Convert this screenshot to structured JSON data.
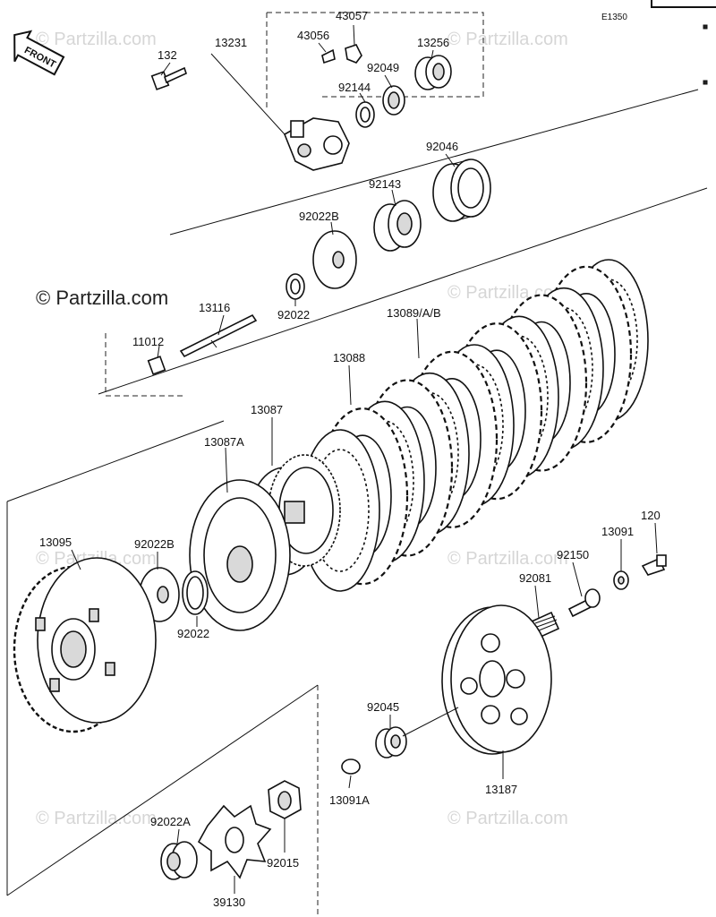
{
  "diagram_code": "E1350",
  "watermark_main": "© Partzilla.com",
  "watermark_faint": "© Partzilla.com",
  "front_label": "FRONT",
  "part_labels": {
    "p13231": "13231",
    "p43057": "43057",
    "p43056": "43056",
    "p13256": "13256",
    "p132": "132",
    "p92049": "92049",
    "p92144": "92144",
    "p92046": "92046",
    "p92143": "92143",
    "p92022B_top": "92022B",
    "p92022_top": "92022",
    "p13116": "13116",
    "p11012": "11012",
    "p13089": "13089/A/B",
    "p13088": "13088",
    "p13087": "13087",
    "p13087A": "13087A",
    "p13095": "13095",
    "p92022B_mid": "92022B",
    "p92022_mid": "92022",
    "p13091": "13091",
    "p120": "120",
    "p92150": "92150",
    "p92081": "92081",
    "p92045": "92045",
    "p13091A": "13091A",
    "p13187": "13187",
    "p92022A": "92022A",
    "p92015": "92015",
    "p39130": "39130"
  }
}
